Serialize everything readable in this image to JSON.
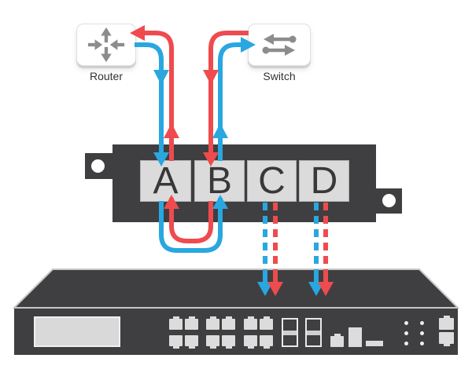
{
  "nodes": {
    "router_label": "Router",
    "switch_label": "Switch"
  },
  "tap": {
    "ports": [
      "A",
      "B",
      "C",
      "D"
    ]
  },
  "flows": [
    {
      "color": "blue",
      "style": "solid",
      "path": "Router -> port A -> port B -> Switch"
    },
    {
      "color": "red",
      "style": "solid",
      "path": "Switch -> port B -> port A -> Router"
    },
    {
      "color": "blue",
      "style": "dashed",
      "path": "port C -> appliance"
    },
    {
      "color": "red",
      "style": "dashed",
      "path": "port C -> appliance"
    },
    {
      "color": "blue",
      "style": "dashed",
      "path": "port D -> appliance"
    },
    {
      "color": "red",
      "style": "dashed",
      "path": "port D -> appliance"
    }
  ],
  "icons": {
    "router": "router-crossed-arrows-icon",
    "switch": "switch-bidirectional-arrows-icon"
  },
  "colors": {
    "blue": "#29A7E0",
    "red": "#EF4B4E",
    "device_dark": "#3F3F41",
    "panel_light": "#D9D9D9",
    "icon_gray": "#8C8C8C",
    "edge_highlight": "#C6C6C6",
    "label_text": "#3A3A3A",
    "node_bg": "#FFFFFF",
    "node_border": "#DFDFDF"
  }
}
